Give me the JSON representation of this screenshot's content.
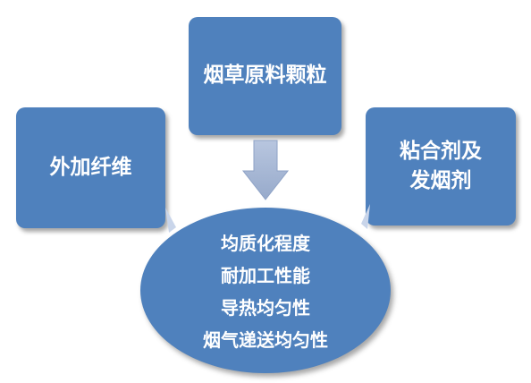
{
  "diagram": {
    "top_box": {
      "lines": [
        "烟草原料颗粒"
      ]
    },
    "left_box": {
      "lines": [
        "外加纤维"
      ]
    },
    "right_box": {
      "lines": [
        "粘合剂及",
        "发烟剂"
      ]
    },
    "center_ellipse": {
      "lines": [
        "均质化程度",
        "耐加工性能",
        "导热均匀性",
        "烟气递送均匀性"
      ]
    },
    "colors": {
      "box_fill": "#4f81bd",
      "arrow_fill": "#a9b9d6",
      "text": "#ffffff"
    }
  }
}
